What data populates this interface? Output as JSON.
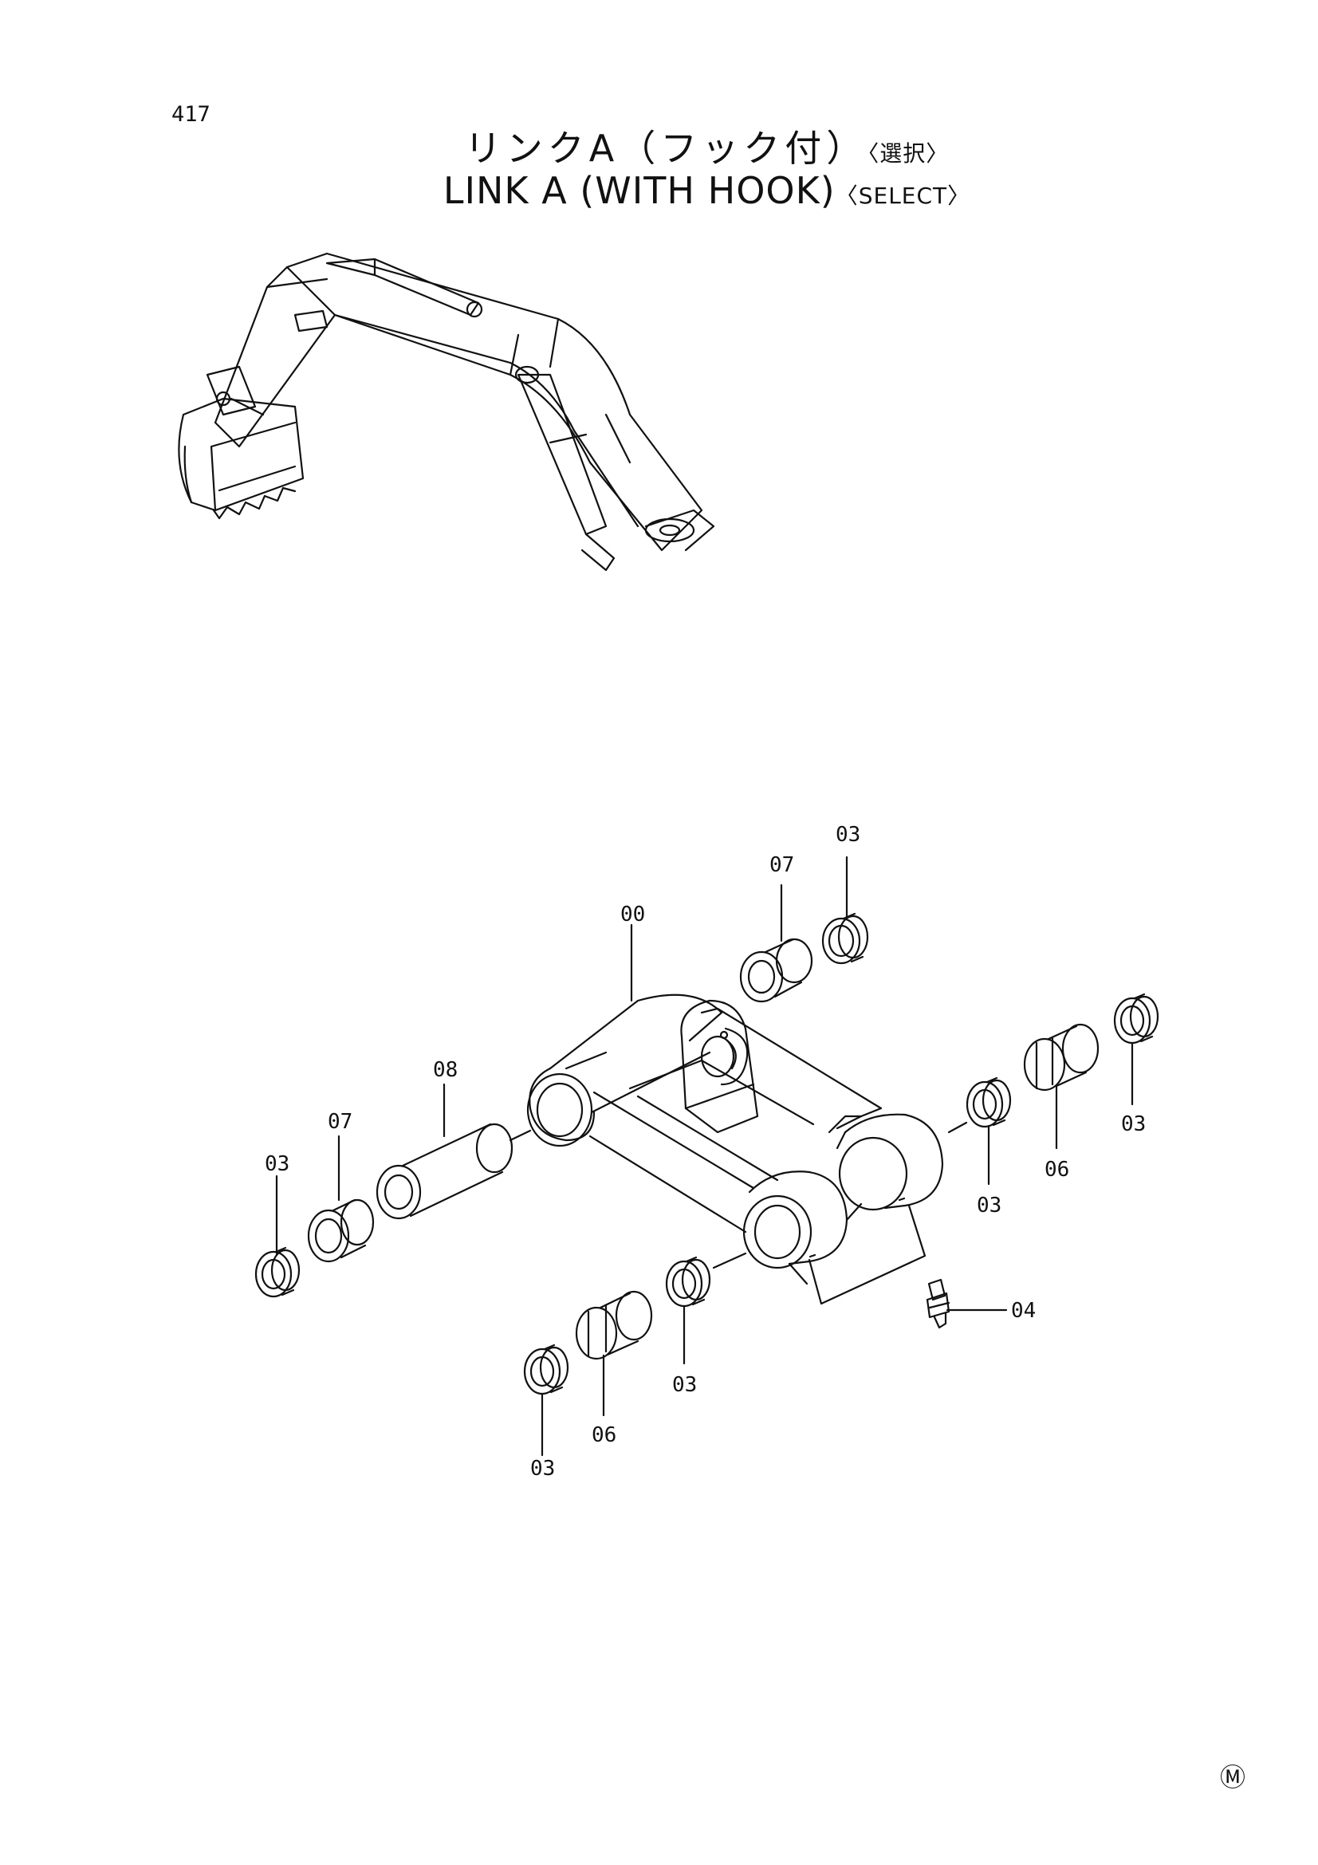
{
  "page_number": "417",
  "title_jp": "リンクA（フック付）",
  "title_jp_suffix": "〈選択〉",
  "title_en": "LINK A (WITH HOOK)",
  "title_en_suffix": "〈SELECT〉",
  "mark": "Ⓜ",
  "callouts": {
    "c00": "00",
    "c03_top": "03",
    "c07_top": "07",
    "c08": "08",
    "c07_left": "07",
    "c03_left": "03",
    "c03_r1": "03",
    "c06_r": "06",
    "c03_r2": "03",
    "c04": "04",
    "c03_mid": "03",
    "c06_b": "06",
    "c03_b": "03"
  }
}
